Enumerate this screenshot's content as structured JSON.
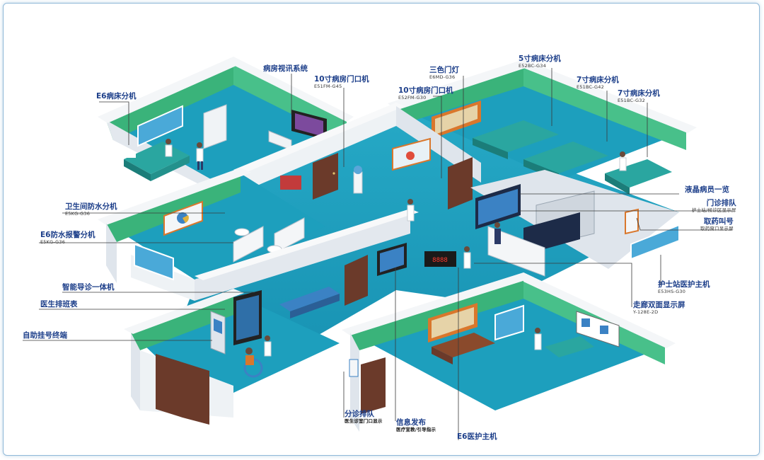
{
  "labels": {
    "ward_audiovisual": {
      "title": "病房视讯系统",
      "code": ""
    },
    "door_10_a": {
      "title": "10寸病房门口机",
      "code": "E51FM-G45"
    },
    "bed_e6": {
      "title": "E6病床分机",
      "code": ""
    },
    "tricolor_light": {
      "title": "三色门灯",
      "code": "E6MD-G36"
    },
    "door_10_b": {
      "title": "10寸病房门口机",
      "code": "E52FM-G30"
    },
    "bed_5": {
      "title": "5寸病床分机",
      "code": "E52BC-G34"
    },
    "bed_7_a": {
      "title": "7寸病床分机",
      "code": "E51BC-G42"
    },
    "bed_7_b": {
      "title": "7寸病床分机",
      "code": "E51BC-G32"
    },
    "lcd_patients": {
      "title": "液晶病员一览",
      "code": ""
    },
    "outpatient_queue": {
      "title": "门诊排队",
      "code": "护士站/候诊区显示屏"
    },
    "pharmacy_call": {
      "title": "取药叫号",
      "code": "取药窗口显示屏"
    },
    "nurse_host": {
      "title": "护士站医护主机",
      "code": "E53HS-G30"
    },
    "corridor_display": {
      "title": "走廊双面显示屏",
      "code": "Y-128E-2D"
    },
    "bathroom_waterproof": {
      "title": "卫生间防水分机",
      "code": "E5KG-G36"
    },
    "e6_waterproof_alarm": {
      "title": "E6防水报警分机",
      "code": "E5KG-G36"
    },
    "smart_guide": {
      "title": "智能导诊一体机",
      "code": ""
    },
    "doctor_schedule": {
      "title": "医生排班表",
      "code": ""
    },
    "self_register": {
      "title": "自助挂号终端",
      "code": ""
    },
    "triage_queue": {
      "title": "分诊排队",
      "code": "医生诊室门口显示"
    },
    "info_release": {
      "title": "信息发布",
      "code": "医疗宣教/引导指示"
    },
    "e6_host": {
      "title": "E6医护主机",
      "code": ""
    }
  },
  "colors": {
    "floor": "#1d9fbd",
    "wall_top": "#f2f4f7",
    "wall_inner": "#3ab37a",
    "wall_side": "#dfe5ec",
    "leader": "#3a3a3a",
    "label": "#1d3f8a",
    "door": "#6b3a2a",
    "bed": "#2aa6a0",
    "board": "#d9772c"
  },
  "icons": [
    "doctor-figure",
    "nurse-figure",
    "patient-bed",
    "wheelchair",
    "kiosk",
    "led-display",
    "door"
  ]
}
